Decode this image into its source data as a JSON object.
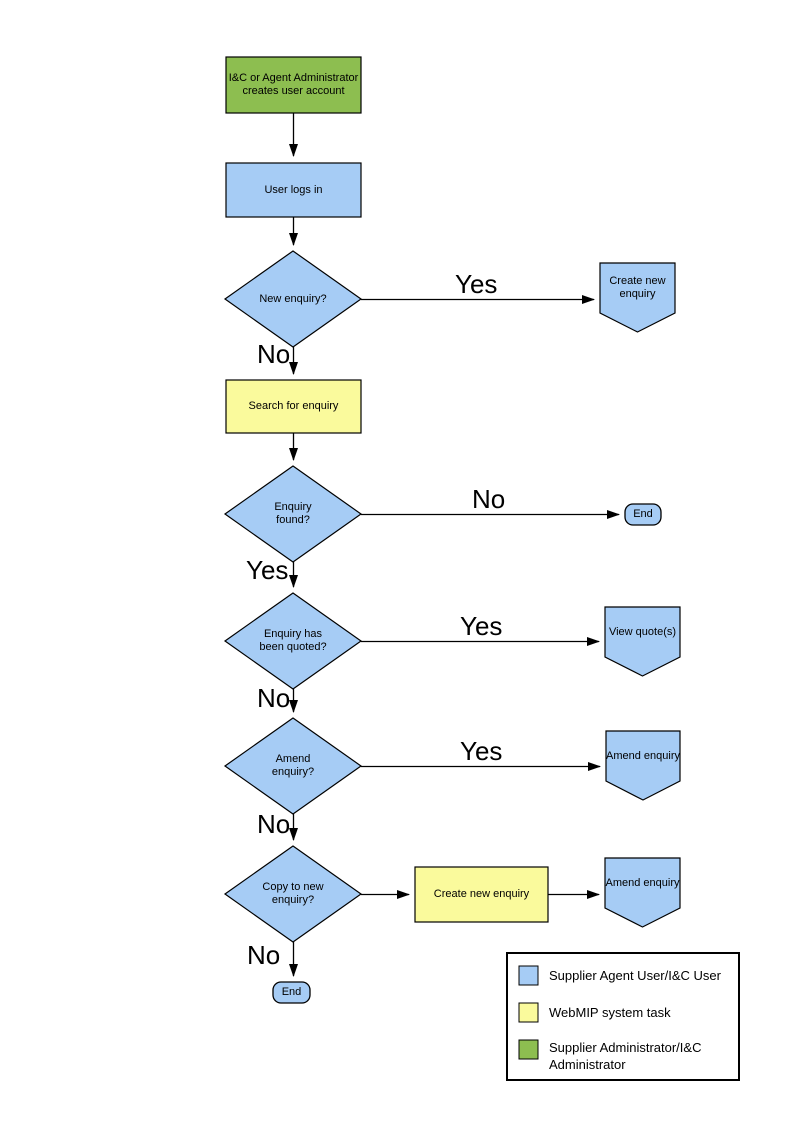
{
  "colors": {
    "actor_user": "#A6CCF5",
    "system_task": "#FAFA9C",
    "admin": "#8DBE50",
    "line": "#000000",
    "legend_bg": "#FFFFFF"
  },
  "nodes": {
    "admin_create_account": {
      "label": "I&C or Agent Administrator creates user account"
    },
    "user_logs_in": {
      "label": "User logs in"
    },
    "new_enquiry": {
      "label": "New enquiry?"
    },
    "create_new_enquiry_offpage": {
      "label": "Create new enquiry"
    },
    "search_for_enquiry": {
      "label": "Search for enquiry"
    },
    "enquiry_found": {
      "label": "Enquiry found?"
    },
    "end_1": {
      "label": "End"
    },
    "enquiry_quoted": {
      "label": "Enquiry has been quoted?"
    },
    "view_quotes": {
      "label": "View quote(s)"
    },
    "amend_enquiry_q": {
      "label": "Amend enquiry?"
    },
    "amend_enquiry_1": {
      "label": "Amend enquiry"
    },
    "copy_to_new_enquiry": {
      "label": "Copy to new enquiry?"
    },
    "create_new_enquiry_task": {
      "label": "Create new enquiry"
    },
    "amend_enquiry_2": {
      "label": "Amend enquiry"
    },
    "end_2": {
      "label": "End"
    }
  },
  "edge_labels": {
    "new_enquiry_yes": "Yes",
    "new_enquiry_no": "No",
    "enquiry_found_no": "No",
    "enquiry_found_yes": "Yes",
    "quoted_yes": "Yes",
    "quoted_no": "No",
    "amend_yes": "Yes",
    "amend_no": "No",
    "copy_no": "No"
  },
  "legend": {
    "items": [
      {
        "color": "#A6CCF5",
        "label": "Supplier Agent User/I&C User"
      },
      {
        "color": "#FAFA9C",
        "label": "WebMIP system task"
      },
      {
        "color": "#8DBE50",
        "label": "Supplier Administrator/I&C Administrator"
      }
    ]
  }
}
